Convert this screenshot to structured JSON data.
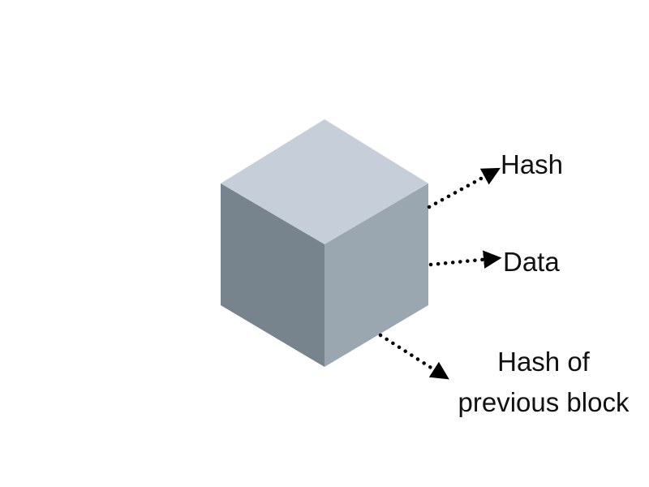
{
  "labels": {
    "hash": "Hash",
    "data": "Data",
    "previous_hash_line1": "Hash of",
    "previous_hash_line2": "previous block"
  },
  "colors": {
    "cube_top": "#c6cfd9",
    "cube_left": "#77848e",
    "cube_right": "#9aa6b0",
    "arrow": "#000000",
    "text": "#111111",
    "background": "#ffffff"
  }
}
